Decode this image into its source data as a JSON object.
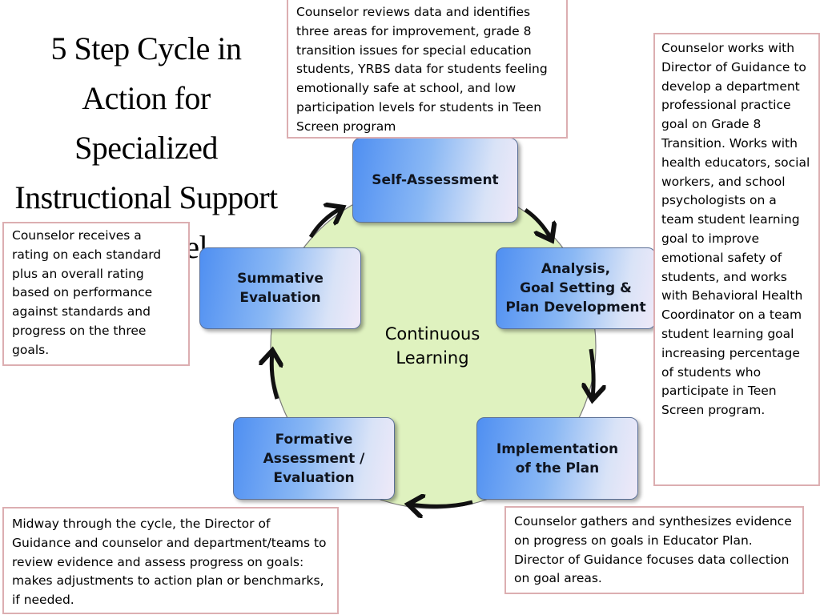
{
  "title": "5 Step Cycle in Action for Specialized Instructional Support Personnel",
  "center": "Continuous\nLearning",
  "colors": {
    "circle": "#dff2bf",
    "box_gradient_start": "#4f8ff2",
    "box_gradient_end": "#efe9f8",
    "note_border": "#dcaeb1",
    "arrow": "#111111"
  },
  "steps": {
    "self_assessment": "Self-Assessment",
    "analysis": "Analysis,\nGoal Setting &\nPlan Development",
    "implementation": "Implementation\nof the Plan",
    "formative": "Formative\nAssessment /\nEvaluation",
    "summative": "Summative\nEvaluation"
  },
  "notes": {
    "top": "Counselor reviews data and identifies three areas for improvement,  grade 8 transition issues for special education students, YRBS data for students feeling emotionally safe at school, and low participation levels for students in Teen Screen program",
    "right": "Counselor works with Director of Guidance to develop  a department professional practice goal on Grade 8 Transition.  Works with health educators, social workers, and school psychologists on a  team student learning goal to improve emotional safety of students, and works with Behavioral Health Coordinator on a team student learning goal increasing percentage of students who participate in Teen Screen program.",
    "left": "Counselor receives a rating on each standard plus an overall rating based on performance against standards and progress on the three goals.",
    "bottom_left": "Midway through the cycle, the Director of Guidance and counselor and department/teams to review evidence and assess progress on goals:  makes adjustments to action plan or benchmarks, if needed.",
    "bottom_right": "Counselor gathers  and synthesizes evidence on progress on goals in Educator Plan.  Director of Guidance focuses data collection on goal areas."
  }
}
